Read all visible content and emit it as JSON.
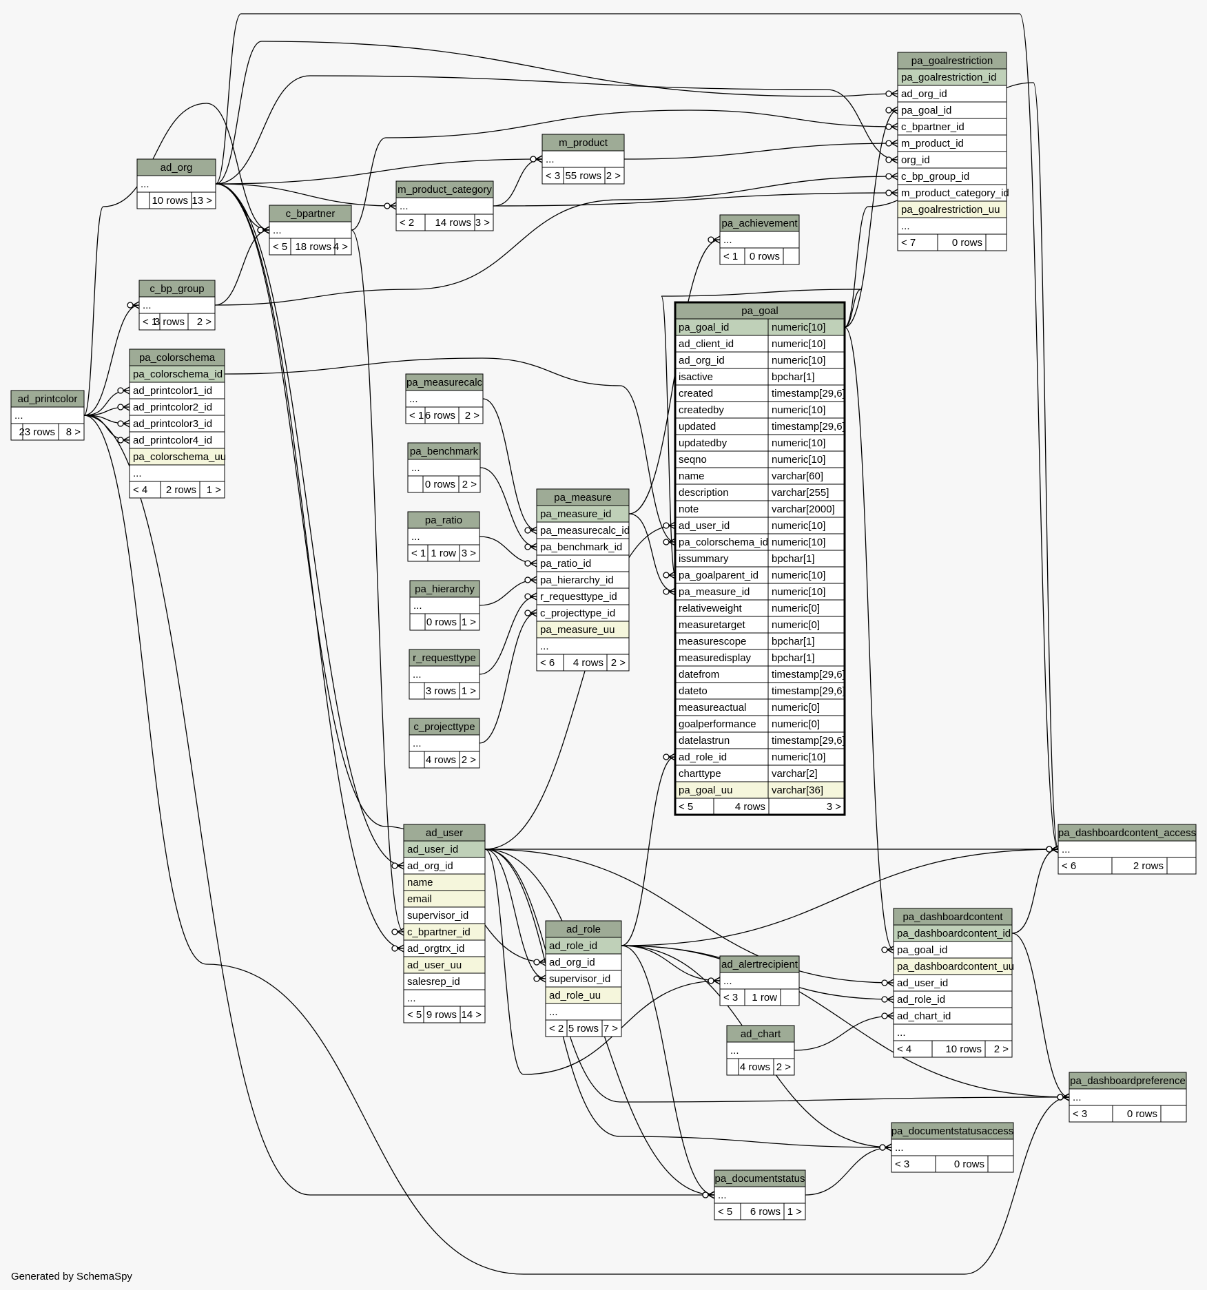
{
  "footer": "Generated by SchemaSpy",
  "tables": [
    {
      "id": "ad_printcolor",
      "title": "ad_printcolor",
      "rows": [
        {
          "t": "col",
          "c": [
            "..."
          ]
        }
      ],
      "footer": [
        "",
        "23 rows",
        "8 >"
      ]
    },
    {
      "id": "ad_org",
      "title": "ad_org",
      "rows": [
        {
          "t": "col",
          "c": [
            "..."
          ]
        }
      ],
      "footer": [
        "",
        "10 rows",
        "13 >"
      ]
    },
    {
      "id": "c_bp_group",
      "title": "c_bp_group",
      "rows": [
        {
          "t": "col",
          "c": [
            "..."
          ]
        }
      ],
      "footer": [
        "< 1",
        "3 rows",
        "2 >"
      ]
    },
    {
      "id": "pa_colorschema",
      "title": "pa_colorschema",
      "rows": [
        {
          "t": "pk",
          "c": [
            "pa_colorschema_id"
          ]
        },
        {
          "t": "col",
          "c": [
            "ad_printcolor1_id"
          ]
        },
        {
          "t": "col",
          "c": [
            "ad_printcolor2_id"
          ]
        },
        {
          "t": "col",
          "c": [
            "ad_printcolor3_id"
          ]
        },
        {
          "t": "col",
          "c": [
            "ad_printcolor4_id"
          ]
        },
        {
          "t": "uq",
          "c": [
            "pa_colorschema_uu"
          ]
        },
        {
          "t": "col",
          "c": [
            "..."
          ]
        }
      ],
      "footer": [
        "< 4",
        "2 rows",
        "1 >"
      ]
    },
    {
      "id": "c_bpartner",
      "title": "c_bpartner",
      "rows": [
        {
          "t": "col",
          "c": [
            "..."
          ]
        }
      ],
      "footer": [
        "< 5",
        "18 rows",
        "4 >"
      ]
    },
    {
      "id": "m_product_category",
      "title": "m_product_category",
      "rows": [
        {
          "t": "col",
          "c": [
            "..."
          ]
        }
      ],
      "footer": [
        "< 2",
        "14 rows",
        "3 >"
      ]
    },
    {
      "id": "m_product",
      "title": "m_product",
      "rows": [
        {
          "t": "col",
          "c": [
            "..."
          ]
        }
      ],
      "footer": [
        "< 3",
        "55 rows",
        "2 >"
      ]
    },
    {
      "id": "pa_measurecalc",
      "title": "pa_measurecalc",
      "rows": [
        {
          "t": "col",
          "c": [
            "..."
          ]
        }
      ],
      "footer": [
        "< 1",
        "6 rows",
        "2 >"
      ]
    },
    {
      "id": "pa_benchmark",
      "title": "pa_benchmark",
      "rows": [
        {
          "t": "col",
          "c": [
            "..."
          ]
        }
      ],
      "footer": [
        "",
        "0 rows",
        "2 >"
      ]
    },
    {
      "id": "pa_ratio",
      "title": "pa_ratio",
      "rows": [
        {
          "t": "col",
          "c": [
            "..."
          ]
        }
      ],
      "footer": [
        "< 1",
        "1 row",
        "3 >"
      ]
    },
    {
      "id": "pa_hierarchy",
      "title": "pa_hierarchy",
      "rows": [
        {
          "t": "col",
          "c": [
            "..."
          ]
        }
      ],
      "footer": [
        "",
        "0 rows",
        "1 >"
      ]
    },
    {
      "id": "r_requesttype",
      "title": "r_requesttype",
      "rows": [
        {
          "t": "col",
          "c": [
            "..."
          ]
        }
      ],
      "footer": [
        "",
        "3 rows",
        "1 >"
      ]
    },
    {
      "id": "c_projecttype",
      "title": "c_projecttype",
      "rows": [
        {
          "t": "col",
          "c": [
            "..."
          ]
        }
      ],
      "footer": [
        "",
        "4 rows",
        "2 >"
      ]
    },
    {
      "id": "pa_measure",
      "title": "pa_measure",
      "rows": [
        {
          "t": "pk",
          "c": [
            "pa_measure_id"
          ]
        },
        {
          "t": "col",
          "c": [
            "pa_measurecalc_id"
          ]
        },
        {
          "t": "col",
          "c": [
            "pa_benchmark_id"
          ]
        },
        {
          "t": "col",
          "c": [
            "pa_ratio_id"
          ]
        },
        {
          "t": "col",
          "c": [
            "pa_hierarchy_id"
          ]
        },
        {
          "t": "col",
          "c": [
            "r_requesttype_id"
          ]
        },
        {
          "t": "col",
          "c": [
            "c_projecttype_id"
          ]
        },
        {
          "t": "uq",
          "c": [
            "pa_measure_uu"
          ]
        },
        {
          "t": "col",
          "c": [
            "..."
          ]
        }
      ],
      "footer": [
        "< 6",
        "4 rows",
        "2 >"
      ]
    },
    {
      "id": "pa_achievement",
      "title": "pa_achievement",
      "rows": [
        {
          "t": "col",
          "c": [
            "..."
          ]
        }
      ],
      "footer": [
        "< 1",
        "0 rows",
        ""
      ]
    },
    {
      "id": "pa_goalrestriction",
      "title": "pa_goalrestriction",
      "rows": [
        {
          "t": "pk",
          "c": [
            "pa_goalrestriction_id"
          ]
        },
        {
          "t": "col",
          "c": [
            "ad_org_id"
          ]
        },
        {
          "t": "col",
          "c": [
            "pa_goal_id"
          ]
        },
        {
          "t": "col",
          "c": [
            "c_bpartner_id"
          ]
        },
        {
          "t": "col",
          "c": [
            "m_product_id"
          ]
        },
        {
          "t": "col",
          "c": [
            "org_id"
          ]
        },
        {
          "t": "col",
          "c": [
            "c_bp_group_id"
          ]
        },
        {
          "t": "col",
          "c": [
            "m_product_category_id"
          ]
        },
        {
          "t": "uq",
          "c": [
            "pa_goalrestriction_uu"
          ]
        },
        {
          "t": "col",
          "c": [
            "..."
          ]
        }
      ],
      "footer": [
        "< 7",
        "0 rows",
        ""
      ]
    },
    {
      "id": "pa_goal",
      "title": "pa_goal",
      "rows": [
        {
          "t": "pk",
          "c": [
            "pa_goal_id",
            "numeric[10]"
          ]
        },
        {
          "t": "col",
          "c": [
            "ad_client_id",
            "numeric[10]"
          ]
        },
        {
          "t": "col",
          "c": [
            "ad_org_id",
            "numeric[10]"
          ]
        },
        {
          "t": "col",
          "c": [
            "isactive",
            "bpchar[1]"
          ]
        },
        {
          "t": "col",
          "c": [
            "created",
            "timestamp[29,6]"
          ]
        },
        {
          "t": "col",
          "c": [
            "createdby",
            "numeric[10]"
          ]
        },
        {
          "t": "col",
          "c": [
            "updated",
            "timestamp[29,6]"
          ]
        },
        {
          "t": "col",
          "c": [
            "updatedby",
            "numeric[10]"
          ]
        },
        {
          "t": "col",
          "c": [
            "seqno",
            "numeric[10]"
          ]
        },
        {
          "t": "col",
          "c": [
            "name",
            "varchar[60]"
          ]
        },
        {
          "t": "col",
          "c": [
            "description",
            "varchar[255]"
          ]
        },
        {
          "t": "col",
          "c": [
            "note",
            "varchar[2000]"
          ]
        },
        {
          "t": "col",
          "c": [
            "ad_user_id",
            "numeric[10]"
          ]
        },
        {
          "t": "col",
          "c": [
            "pa_colorschema_id",
            "numeric[10]"
          ]
        },
        {
          "t": "col",
          "c": [
            "issummary",
            "bpchar[1]"
          ]
        },
        {
          "t": "col",
          "c": [
            "pa_goalparent_id",
            "numeric[10]"
          ]
        },
        {
          "t": "col",
          "c": [
            "pa_measure_id",
            "numeric[10]"
          ]
        },
        {
          "t": "col",
          "c": [
            "relativeweight",
            "numeric[0]"
          ]
        },
        {
          "t": "col",
          "c": [
            "measuretarget",
            "numeric[0]"
          ]
        },
        {
          "t": "col",
          "c": [
            "measurescope",
            "bpchar[1]"
          ]
        },
        {
          "t": "col",
          "c": [
            "measuredisplay",
            "bpchar[1]"
          ]
        },
        {
          "t": "col",
          "c": [
            "datefrom",
            "timestamp[29,6]"
          ]
        },
        {
          "t": "col",
          "c": [
            "dateto",
            "timestamp[29,6]"
          ]
        },
        {
          "t": "col",
          "c": [
            "measureactual",
            "numeric[0]"
          ]
        },
        {
          "t": "col",
          "c": [
            "goalperformance",
            "numeric[0]"
          ]
        },
        {
          "t": "col",
          "c": [
            "datelastrun",
            "timestamp[29,6]"
          ]
        },
        {
          "t": "col",
          "c": [
            "ad_role_id",
            "numeric[10]"
          ]
        },
        {
          "t": "col",
          "c": [
            "charttype",
            "varchar[2]"
          ]
        },
        {
          "t": "uq",
          "c": [
            "pa_goal_uu",
            "varchar[36]"
          ]
        }
      ],
      "footer": [
        "< 5",
        "4 rows",
        "3 >"
      ]
    },
    {
      "id": "ad_user",
      "title": "ad_user",
      "rows": [
        {
          "t": "pk",
          "c": [
            "ad_user_id"
          ]
        },
        {
          "t": "col",
          "c": [
            "ad_org_id"
          ]
        },
        {
          "t": "uq",
          "c": [
            "name"
          ]
        },
        {
          "t": "uq",
          "c": [
            "email"
          ]
        },
        {
          "t": "col",
          "c": [
            "supervisor_id"
          ]
        },
        {
          "t": "uq",
          "c": [
            "c_bpartner_id"
          ]
        },
        {
          "t": "col",
          "c": [
            "ad_orgtrx_id"
          ]
        },
        {
          "t": "uq",
          "c": [
            "ad_user_uu"
          ]
        },
        {
          "t": "col",
          "c": [
            "salesrep_id"
          ]
        },
        {
          "t": "col",
          "c": [
            "..."
          ]
        }
      ],
      "footer": [
        "< 5",
        "9 rows",
        "14 >"
      ]
    },
    {
      "id": "ad_role",
      "title": "ad_role",
      "rows": [
        {
          "t": "pk",
          "c": [
            "ad_role_id"
          ]
        },
        {
          "t": "col",
          "c": [
            "ad_org_id"
          ]
        },
        {
          "t": "col",
          "c": [
            "supervisor_id"
          ]
        },
        {
          "t": "uq",
          "c": [
            "ad_role_uu"
          ]
        },
        {
          "t": "col",
          "c": [
            "..."
          ]
        }
      ],
      "footer": [
        "< 2",
        "5 rows",
        "7 >"
      ]
    },
    {
      "id": "ad_alertrecipient",
      "title": "ad_alertrecipient",
      "rows": [
        {
          "t": "col",
          "c": [
            "..."
          ]
        }
      ],
      "footer": [
        "< 3",
        "1 row",
        ""
      ]
    },
    {
      "id": "ad_chart",
      "title": "ad_chart",
      "rows": [
        {
          "t": "col",
          "c": [
            "..."
          ]
        }
      ],
      "footer": [
        "",
        "4 rows",
        "2 >"
      ]
    },
    {
      "id": "pa_dashboardcontent_access",
      "title": "pa_dashboardcontent_access",
      "rows": [
        {
          "t": "col",
          "c": [
            "..."
          ]
        }
      ],
      "footer": [
        "< 6",
        "2 rows",
        ""
      ]
    },
    {
      "id": "pa_dashboardcontent",
      "title": "pa_dashboardcontent",
      "rows": [
        {
          "t": "pk",
          "c": [
            "pa_dashboardcontent_id"
          ]
        },
        {
          "t": "col",
          "c": [
            "pa_goal_id"
          ]
        },
        {
          "t": "uq",
          "c": [
            "pa_dashboardcontent_uu"
          ]
        },
        {
          "t": "col",
          "c": [
            "ad_user_id"
          ]
        },
        {
          "t": "col",
          "c": [
            "ad_role_id"
          ]
        },
        {
          "t": "col",
          "c": [
            "ad_chart_id"
          ]
        },
        {
          "t": "col",
          "c": [
            "..."
          ]
        }
      ],
      "footer": [
        "< 4",
        "10 rows",
        "2 >"
      ]
    },
    {
      "id": "pa_dashboardpreference",
      "title": "pa_dashboardpreference",
      "rows": [
        {
          "t": "col",
          "c": [
            "..."
          ]
        }
      ],
      "footer": [
        "< 3",
        "0 rows",
        ""
      ]
    },
    {
      "id": "pa_documentstatusaccess",
      "title": "pa_documentstatusaccess",
      "rows": [
        {
          "t": "col",
          "c": [
            "..."
          ]
        }
      ],
      "footer": [
        "< 3",
        "0 rows",
        ""
      ]
    },
    {
      "id": "pa_documentstatus",
      "title": "pa_documentstatus",
      "rows": [
        {
          "t": "col",
          "c": [
            "..."
          ]
        }
      ],
      "footer": [
        "< 5",
        "6 rows",
        "1 >"
      ]
    }
  ]
}
